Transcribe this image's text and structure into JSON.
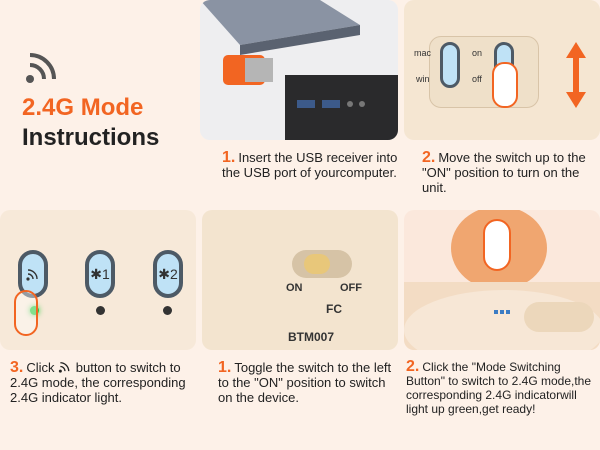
{
  "title": {
    "line1": "2.4G Mode",
    "line2": "Instructions"
  },
  "icons": {
    "wifi": "wifi-signal-icon"
  },
  "steps": [
    {
      "num": "1.",
      "text": "Insert the USB receiver into the USB port of yourcomputer."
    },
    {
      "num": "2.",
      "text": "Move the switch up to the \"ON\" position to turn on the unit."
    },
    {
      "num": "3.",
      "text_before": "Click",
      "text_after": "button to switch to 2.4G mode, the corresponding 2.4G indicator light."
    },
    {
      "num": "1.",
      "text": "Toggle the switch to the left to the \"ON\" position to switch on the device."
    },
    {
      "num": "2.",
      "text": "Click the \"Mode Switching Button\" to switch to 2.4G mode,the corresponding 2.4G indicatorwill light up green,get ready!"
    }
  ],
  "switch_labels": {
    "mac": "mac",
    "win": "win",
    "on": "on",
    "off": "off"
  },
  "device_labels": {
    "on": "ON",
    "off": "OFF",
    "model": "BTM007",
    "cert": "FC"
  },
  "buttons": {
    "b1": "✱1",
    "b2": "✱2"
  },
  "colors": {
    "accent": "#f26522",
    "panel": "#f7e9d9",
    "bg": "#fdf1e8",
    "indicator": "#2ecc40"
  }
}
